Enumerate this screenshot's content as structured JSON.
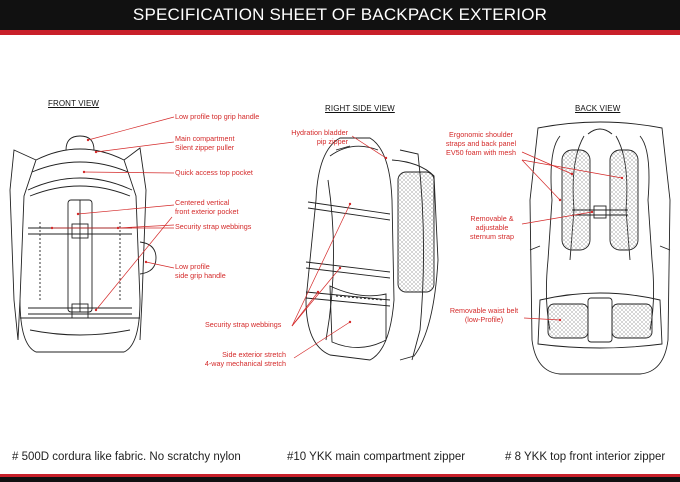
{
  "title": "SPECIFICATION SHEET OF BACKPACK EXTERIOR",
  "views": {
    "front": "FRONT VIEW",
    "side": "RIGHT SIDE VIEW",
    "back": "BACK VIEW"
  },
  "front_callouts": {
    "top_handle": "Low profile top grip handle",
    "main_zipper_1": "Main compartment",
    "main_zipper_2": "Silent zipper puller",
    "top_pocket": "Quick access top pocket",
    "front_pocket_1": "Centered vertical",
    "front_pocket_2": "front exterior pocket",
    "straps": "Security strap webbings",
    "side_handle_1": "Low profile",
    "side_handle_2": "side grip handle"
  },
  "side_callouts": {
    "hydration_1": "Hydration bladder",
    "hydration_2": "pip zipper",
    "straps": "Security strap webbings",
    "stretch_1": "Side exterior stretch",
    "stretch_2": "4-way mechanical stretch"
  },
  "back_callouts": {
    "shoulder_1": "Ergonomic shoulder",
    "shoulder_2": "straps and back panel",
    "shoulder_3": "EV50 foam with mesh",
    "sternum_1": "Removable &",
    "sternum_2": "adjustable",
    "sternum_3": "sternum strap",
    "waist_1": "Removable waist belt",
    "waist_2": "(low-Profile)"
  },
  "footer": {
    "fabric": "# 500D cordura like fabric. No scratchy nylon",
    "main_zipper": "#10 YKK main compartment zipper",
    "front_zipper": "# 8 YKK top front interior zipper"
  },
  "colors": {
    "header_bg": "#111111",
    "accent_red": "#c8202a",
    "callout_red": "#d42a2a"
  }
}
